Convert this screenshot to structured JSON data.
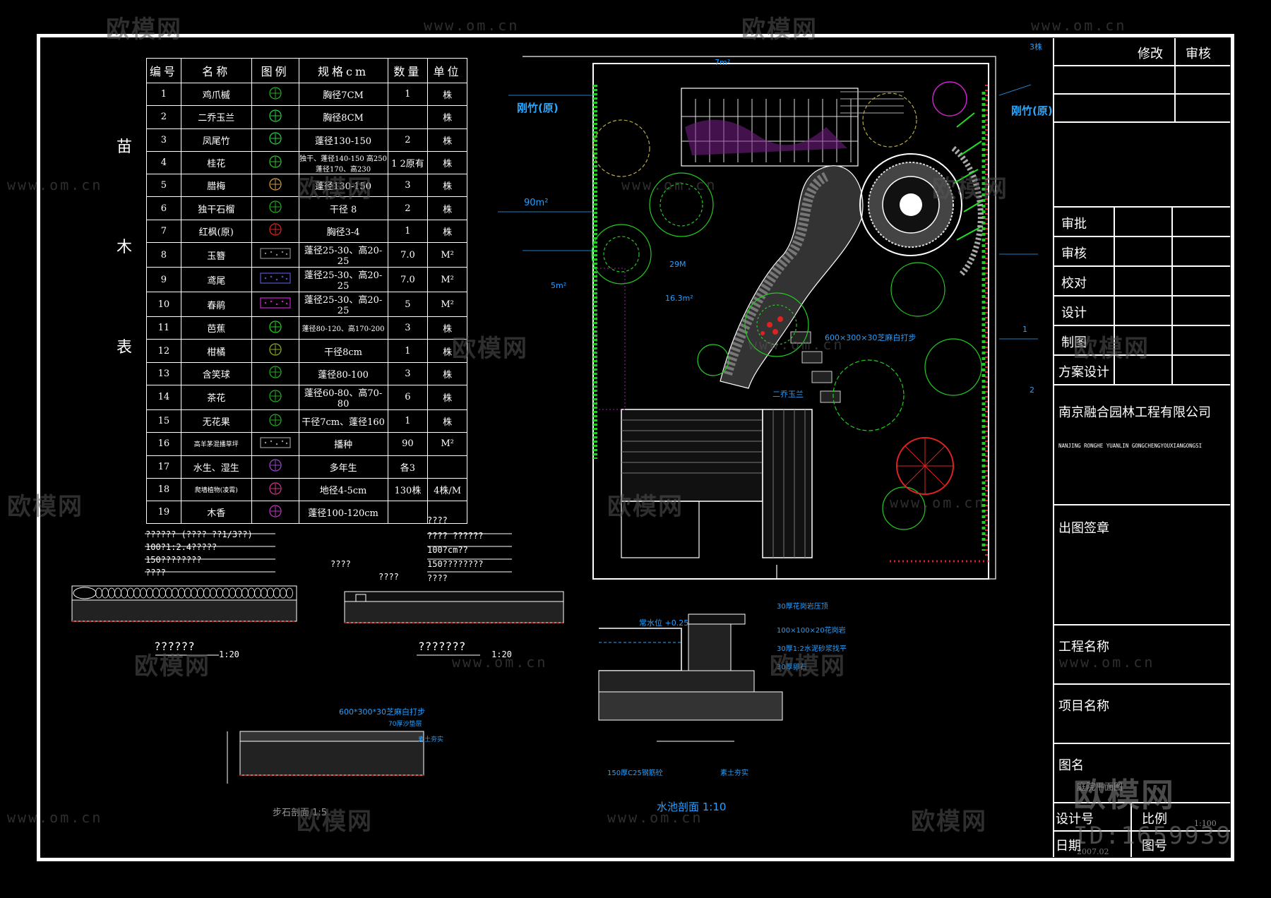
{
  "table_title": [
    "苗",
    "木",
    "表"
  ],
  "plant_table": {
    "headers": [
      "编号",
      "名称",
      "图例",
      "规格cm",
      "数量",
      "单位"
    ],
    "rows": [
      {
        "no": "1",
        "name": "鸡爪槭",
        "spec": "胸径7CM",
        "qty": "1",
        "unit": "株",
        "color": "#22aa22"
      },
      {
        "no": "2",
        "name": "二乔玉兰",
        "spec": "胸径8CM",
        "qty": "",
        "unit": "株",
        "color": "#22cc44"
      },
      {
        "no": "3",
        "name": "凤尾竹",
        "spec": "蓬径130-150",
        "qty": "2",
        "unit": "株",
        "color": "#22cc44"
      },
      {
        "no": "4",
        "name": "桂花",
        "spec": "独干、蓬径140-150 高250 蓬径170、高230",
        "qty": "1 2原有",
        "unit": "株",
        "color": "#33bb33"
      },
      {
        "no": "5",
        "name": "腊梅",
        "spec": "蓬径130-150",
        "qty": "3",
        "unit": "株",
        "color": "#cc9944"
      },
      {
        "no": "6",
        "name": "独干石榴",
        "spec": "干径 8",
        "qty": "2",
        "unit": "株",
        "color": "#22aa22"
      },
      {
        "no": "7",
        "name": "红枫(原)",
        "spec": "胸径3-4",
        "qty": "1",
        "unit": "株",
        "color": "#dd2222"
      },
      {
        "no": "8",
        "name": "玉簪",
        "spec": "蓬径25-30、高20-25",
        "qty": "7.0",
        "unit": "M²",
        "color": "#888888"
      },
      {
        "no": "9",
        "name": "鸢尾",
        "spec": "蓬径25-30、高20-25",
        "qty": "7.0",
        "unit": "M²",
        "color": "#5555cc"
      },
      {
        "no": "10",
        "name": "春鹃",
        "spec": "蓬径25-30、高20-25",
        "qty": "5",
        "unit": "M²",
        "color": "#cc22cc"
      },
      {
        "no": "11",
        "name": "芭蕉",
        "spec": "蓬径80-120、高170-200",
        "qty": "3",
        "unit": "株",
        "color": "#22cc22"
      },
      {
        "no": "12",
        "name": "柑橘",
        "spec": "干径8cm",
        "qty": "1",
        "unit": "株",
        "color": "#88aa22"
      },
      {
        "no": "13",
        "name": "含笑球",
        "spec": "蓬径80-100",
        "qty": "3",
        "unit": "株",
        "color": "#22aa22"
      },
      {
        "no": "14",
        "name": "茶花",
        "spec": "蓬径60-80、高70-80",
        "qty": "6",
        "unit": "株",
        "color": "#22aa22"
      },
      {
        "no": "15",
        "name": "无花果",
        "spec": "干径7cm、蓬径160",
        "qty": "1",
        "unit": "株",
        "color": "#22aa22"
      },
      {
        "no": "16",
        "name": "高羊茅混播草坪",
        "spec": "播种",
        "qty": "90",
        "unit": "M²",
        "color": "#999999"
      },
      {
        "no": "17",
        "name": "水生、湿生",
        "spec": "多年生",
        "qty": "各3",
        "unit": "",
        "color": "#9944cc"
      },
      {
        "no": "18",
        "name": "爬墙植物(凌霄)",
        "spec": "地径4-5cm",
        "qty": "130株",
        "unit": "4株/M",
        "color": "#cc3388"
      },
      {
        "no": "19",
        "name": "木香",
        "spec": "蓬径100-120cm",
        "qty": "",
        "unit": "",
        "color": "#bb33bb"
      }
    ]
  },
  "title_block": {
    "revise": "修改",
    "review_top": "审核",
    "approve": "审批",
    "review": "审核",
    "check": "校对",
    "design": "设计",
    "draw": "制图",
    "scheme": "方案设计",
    "company": "南京融合园林工程有限公司",
    "company_en": "NANJING RONGHE YUANLIN GONGCHENGYOUXIANGONGSI",
    "stamp": "出图签章",
    "project_name": "工程名称",
    "item_name": "项目名称",
    "drawing_name": "图名",
    "drawing_name_value": "庭院平面图",
    "design_no": "设计号",
    "scale": "比例",
    "scale_value": "1:100",
    "date": "日期",
    "drawing_no": "图号",
    "date_value": "2007.02"
  },
  "plan_labels": {
    "bamboo_left": "刚竹(原)",
    "bamboo_right": "刚竹(原)",
    "area_7": "7m²",
    "area_90": "90m²",
    "area_5": "5m²",
    "area_29": "29M",
    "area_16": "16.3m²",
    "dim_600": "600×300×30芝麻白打步",
    "legend_yulan": "二乔玉兰",
    "note_3zhu": "3株",
    "note_1zhu": "1",
    "note_2zhu": "2"
  },
  "sections": {
    "sec1_title": "??????",
    "sec1_scale": "1:20",
    "sec2_title": "???????",
    "sec2_scale": "1:20",
    "sec3_title": "水池剖面 1:10",
    "sec3_water": "常水位 +0.25",
    "sec4_dim": "600*300*30芝麻白打步",
    "sec4_title": "步石剖面 1:5",
    "sec1_lines": [
      "?????? (???? ??1/3??)",
      "100?1:2.4?????",
      "150????????",
      "????"
    ],
    "sec2_lines": [
      "????",
      "????  ??????",
      "100?cm??",
      "150????????",
      "????"
    ],
    "sec2_small": [
      "????",
      "????"
    ],
    "sec3_notes": [
      "30厚花岗岩压顶",
      "100×100×20花岗岩",
      "30厚1:2水泥砂浆找平",
      "30厚卵石",
      "150厚C25钢筋砼",
      "素土夯实"
    ],
    "sec4_notes": [
      "70厚沙垫层",
      "素土夯实"
    ]
  },
  "watermarks": {
    "logo": "欧模网",
    "url": "www.om.cn",
    "id": "ID:1659939"
  },
  "colors": {
    "background": "#000000",
    "line": "#ffffff",
    "cyan_text": "#2aa8ff",
    "green": "#22cc22",
    "magenta": "#cc22cc",
    "red": "#dd2222"
  }
}
